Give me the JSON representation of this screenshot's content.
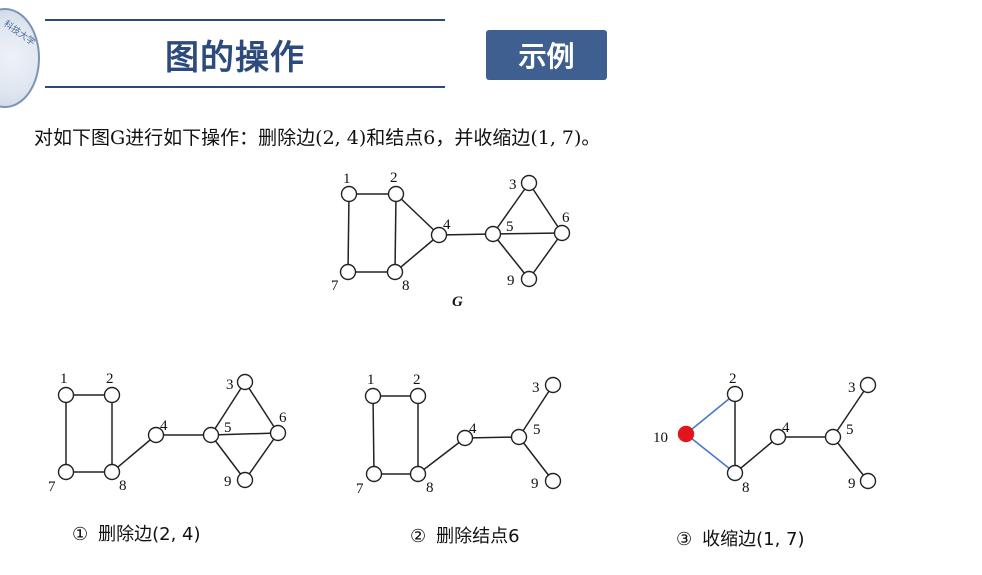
{
  "header": {
    "title": "图的操作",
    "badge": "示例",
    "logo_text": "科技大学"
  },
  "description": "对如下图G进行如下操作：删除边(2, 4)和结点6，并收缩边(1, 7)。",
  "graphs": {
    "original": {
      "label": "G",
      "nodes": [
        "1",
        "2",
        "3",
        "4",
        "5",
        "6",
        "7",
        "8",
        "9"
      ],
      "edges": [
        [
          "1",
          "2"
        ],
        [
          "1",
          "7"
        ],
        [
          "7",
          "8"
        ],
        [
          "2",
          "8"
        ],
        [
          "2",
          "4"
        ],
        [
          "8",
          "4"
        ],
        [
          "4",
          "5"
        ],
        [
          "5",
          "3"
        ],
        [
          "5",
          "6"
        ],
        [
          "5",
          "9"
        ],
        [
          "3",
          "6"
        ],
        [
          "6",
          "9"
        ]
      ]
    },
    "step1": {
      "caption_index": "①",
      "caption": "删除边(2, 4)",
      "nodes": [
        "1",
        "2",
        "3",
        "4",
        "5",
        "6",
        "7",
        "8",
        "9"
      ],
      "edges": [
        [
          "1",
          "2"
        ],
        [
          "1",
          "7"
        ],
        [
          "7",
          "8"
        ],
        [
          "2",
          "8"
        ],
        [
          "8",
          "4"
        ],
        [
          "4",
          "5"
        ],
        [
          "5",
          "3"
        ],
        [
          "5",
          "6"
        ],
        [
          "5",
          "9"
        ],
        [
          "3",
          "6"
        ],
        [
          "6",
          "9"
        ]
      ]
    },
    "step2": {
      "caption_index": "②",
      "caption": "删除结点6",
      "nodes": [
        "1",
        "2",
        "3",
        "4",
        "5",
        "7",
        "8",
        "9"
      ],
      "edges": [
        [
          "1",
          "2"
        ],
        [
          "1",
          "7"
        ],
        [
          "7",
          "8"
        ],
        [
          "2",
          "8"
        ],
        [
          "8",
          "4"
        ],
        [
          "4",
          "5"
        ],
        [
          "5",
          "3"
        ],
        [
          "5",
          "9"
        ]
      ]
    },
    "step3": {
      "caption_index": "③",
      "caption": "收缩边(1, 7)",
      "nodes": [
        "10",
        "2",
        "3",
        "4",
        "5",
        "8",
        "9"
      ],
      "edges": [
        [
          "10",
          "2"
        ],
        [
          "10",
          "8"
        ],
        [
          "2",
          "8"
        ],
        [
          "8",
          "4"
        ],
        [
          "4",
          "5"
        ],
        [
          "5",
          "3"
        ],
        [
          "5",
          "9"
        ]
      ],
      "highlight_node": "10",
      "highlight_edges": [
        [
          "10",
          "2"
        ],
        [
          "10",
          "8"
        ]
      ]
    }
  },
  "colors": {
    "title": "#2d4a7d",
    "badge_bg": "#3f5f91",
    "rule": "#2e4a7a",
    "highlight_node": "#e0161c",
    "highlight_edge": "#4a78c8"
  }
}
